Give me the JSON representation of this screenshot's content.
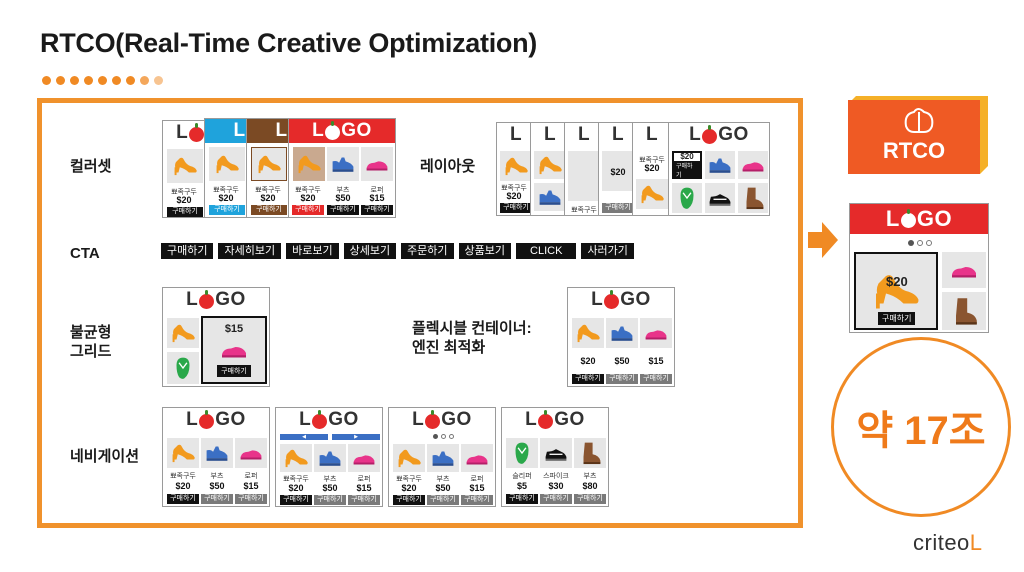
{
  "title": "RTCO(Real-Time Creative Optimization)",
  "labels": {
    "colorset": "컬러셋",
    "layout": "레이아웃",
    "cta": "CTA",
    "grid_line1": "불균형",
    "grid_line2": "그리드",
    "flex_line1": "플렉시블 컨테이너:",
    "flex_line2": "엔진 최적화",
    "navigation": "네비게이션"
  },
  "cta_buttons": [
    "구매하기",
    "자세히보기",
    "바로보기",
    "상세보기",
    "주문하기",
    "상품보기",
    "CLICK",
    "사러가기"
  ],
  "logo": {
    "pre": "L",
    "post": "GO"
  },
  "products": {
    "heel": {
      "name": "뾰족구두",
      "price": "$20"
    },
    "sneaker": {
      "name": "부츠",
      "price": "$50"
    },
    "loafer": {
      "name": "로퍼",
      "price": "$15"
    },
    "slipper": {
      "name": "슬리퍼",
      "price": "$5"
    },
    "sport": {
      "name": "스파이크",
      "price": "$30"
    },
    "boot": {
      "name": "부츠",
      "price": "$80"
    }
  },
  "buy_label": "구매하기",
  "grid_price": "$15",
  "layout_prices": {
    "a": "$20",
    "b": "$20"
  },
  "layout_caption": "뾰족구두",
  "rtco_label": "RTCO",
  "result_price": "$20",
  "big_number": "약 17조",
  "brand": "criteo",
  "colors": {
    "accent": "#f08a24",
    "logo_red": "#e52a2a",
    "cyan": "#1fa3dc",
    "brown": "#7b4a24",
    "shoe_orange": "#f29a1e",
    "shoe_blue": "#3b6fc4",
    "shoe_pink": "#e8348a",
    "shoe_green": "#2aa84a"
  }
}
